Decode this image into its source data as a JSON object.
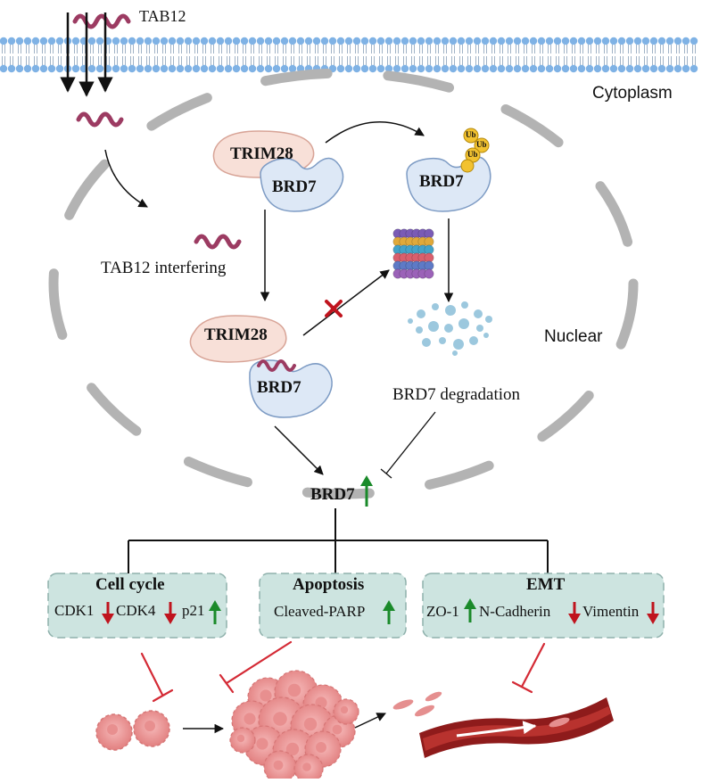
{
  "labels": {
    "tab12": "TAB12",
    "cytoplasm": "Cytoplasm",
    "nuclear": "Nuclear",
    "tab12_interfering": "TAB12 interfering",
    "trim28": "TRIM28",
    "brd7": "BRD7",
    "ub": "Ub",
    "brd7_degradation": "BRD7 degradation"
  },
  "boxes": {
    "cell_cycle": {
      "title": "Cell cycle",
      "items": [
        "CDK1",
        "CDK4",
        "p21"
      ]
    },
    "apoptosis": {
      "title": "Apoptosis",
      "items": [
        "Cleaved-PARP"
      ]
    },
    "emt": {
      "title": "EMT",
      "items": [
        "ZO-1",
        "N-Cadherin",
        "Vimentin"
      ]
    }
  },
  "colors": {
    "up_arrow": "#1a8a2a",
    "down_arrow": "#c0141e",
    "inhibit": "#d42a35",
    "membrane_head": "#7fb2e5",
    "nuclear_envelope": "#b3b3b3",
    "rna": "#9c3b62",
    "trim28_fill": "#f8e0d8",
    "brd7_fill": "#dde8f6",
    "box_fill": "#cde4e0",
    "ub_fill": "#f2c230",
    "vessel": "#8e1b1b",
    "cell": "#ef9a9a"
  },
  "icons": [
    "up-arrow-icon",
    "down-arrow-icon",
    "x-mark-icon",
    "proteasome-icon",
    "ubiquitin-icon",
    "rna-icon",
    "tumor-cell-icon",
    "blood-vessel-icon",
    "inhibition-icon"
  ]
}
